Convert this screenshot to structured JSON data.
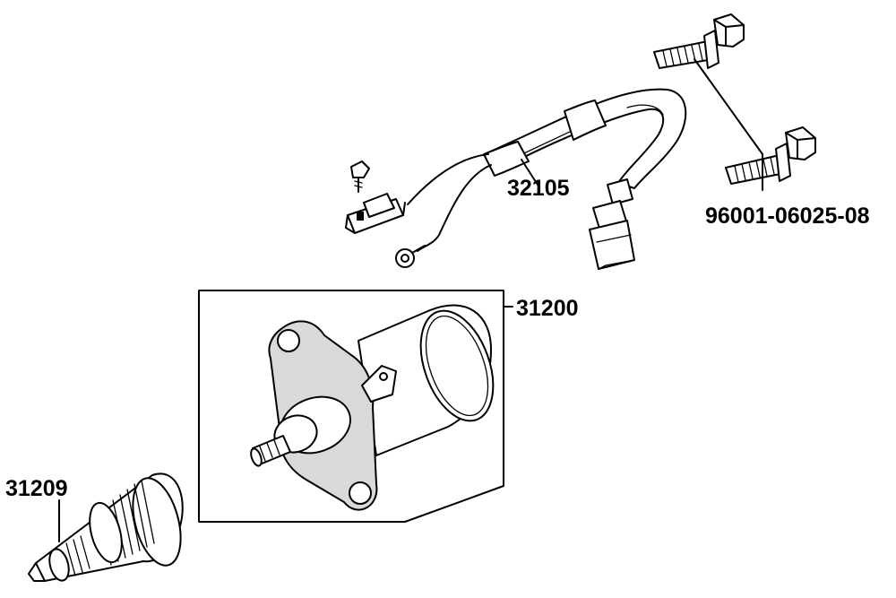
{
  "labels": {
    "harness": "32105",
    "bolt": "96001-06025-08",
    "starter_motor": "31200",
    "starter_drive": "31209"
  }
}
